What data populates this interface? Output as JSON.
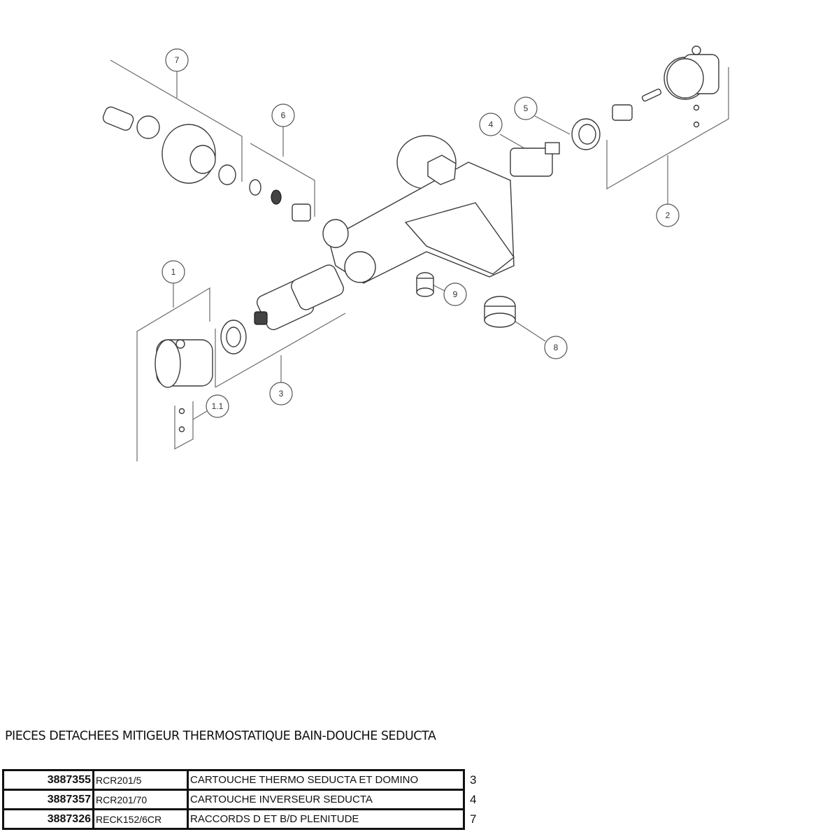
{
  "callouts": {
    "c1": "1",
    "c1_1": "1.1",
    "c2": "2",
    "c3": "3",
    "c4": "4",
    "c5": "5",
    "c6": "6",
    "c7": "7",
    "c8": "8",
    "c9": "9"
  },
  "document": {
    "title": "PIECES DETACHEES MITIGEUR THERMOSTATIQUE BAIN-DOUCHE SEDUCTA"
  },
  "parts_table": {
    "rows": [
      {
        "code": "3887355",
        "ref": "RCR201/5",
        "description": "CARTOUCHE THERMO  SEDUCTA ET DOMINO",
        "item": "3"
      },
      {
        "code": "3887357",
        "ref": "RCR201/70",
        "description": "CARTOUCHE INVERSEUR  SEDUCTA",
        "item": "4"
      },
      {
        "code": "3887326",
        "ref": "RECK152/6CR",
        "description": "RACCORDS D ET  B/D PLENITUDE",
        "item": "7"
      }
    ]
  }
}
